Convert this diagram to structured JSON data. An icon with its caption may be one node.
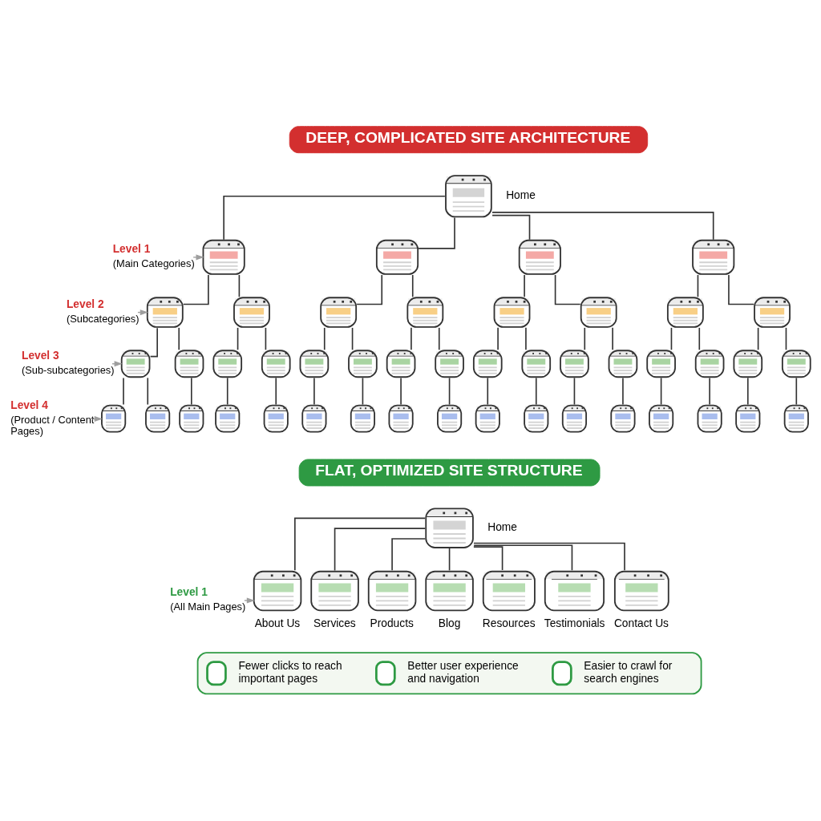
{
  "diagram": {
    "nodes": [
      {
        "text": [
          "DEEP, COMPLICATED SITE ARCHITECTURE"
        ]
      },
      {
        "text": [],
        "shape": "picture",
        "beside": [
          "Home"
        ]
      },
      {
        "text": [
          "Level 1",
          "(Main Categories)"
        ]
      },
      {
        "text": [],
        "shape": "picture"
      },
      {
        "text": [],
        "shape": "picture"
      },
      {
        "text": [],
        "shape": "picture"
      },
      {
        "text": [],
        "shape": "picture"
      },
      {
        "text": [
          "Level 2",
          "(Subcategories)"
        ]
      },
      {
        "text": [],
        "shape": "picture"
      },
      {
        "text": [],
        "shape": "picture"
      },
      {
        "text": [],
        "shape": "picture"
      },
      {
        "text": [],
        "shape": "picture"
      },
      {
        "text": [],
        "shape": "picture"
      },
      {
        "text": [],
        "shape": "picture"
      },
      {
        "text": [],
        "shape": "picture"
      },
      {
        "text": [],
        "shape": "picture"
      },
      {
        "text": [
          "Level 3",
          "(Sub-subcategories)"
        ]
      },
      {
        "text": [],
        "shape": "picture"
      },
      {
        "text": [],
        "shape": "picture"
      },
      {
        "text": [],
        "shape": "picture"
      },
      {
        "text": [],
        "shape": "picture"
      },
      {
        "text": [],
        "shape": "picture"
      },
      {
        "text": [],
        "shape": "picture"
      },
      {
        "text": [],
        "shape": "picture"
      },
      {
        "text": [],
        "shape": "picture"
      },
      {
        "text": [],
        "shape": "picture"
      },
      {
        "text": [],
        "shape": "picture"
      },
      {
        "text": [],
        "shape": "picture"
      },
      {
        "text": [],
        "shape": "picture"
      },
      {
        "text": [],
        "shape": "picture"
      },
      {
        "text": [],
        "shape": "picture"
      },
      {
        "text": [],
        "shape": "picture"
      },
      {
        "text": [],
        "shape": "picture"
      },
      {
        "text": [
          "Level 4",
          "(Product / Content Pages)"
        ]
      },
      {
        "text": [],
        "shape": "picture"
      },
      {
        "text": [],
        "shape": "picture"
      },
      {
        "text": [],
        "shape": "picture"
      },
      {
        "text": [],
        "shape": "picture"
      },
      {
        "text": [],
        "shape": "picture"
      },
      {
        "text": [],
        "shape": "picture"
      },
      {
        "text": [],
        "shape": "picture"
      },
      {
        "text": [],
        "shape": "picture"
      },
      {
        "text": [],
        "shape": "picture"
      },
      {
        "text": [],
        "shape": "picture"
      },
      {
        "text": [],
        "shape": "picture"
      },
      {
        "text": [],
        "shape": "picture"
      },
      {
        "text": [],
        "shape": "picture"
      },
      {
        "text": [],
        "shape": "picture"
      },
      {
        "text": [],
        "shape": "picture"
      },
      {
        "text": [],
        "shape": "picture"
      },
      {
        "text": [],
        "shape": "picture"
      },
      {
        "text": [
          "FLAT, OPTIMIZED SITE STRUCTURE"
        ]
      },
      {
        "text": [],
        "shape": "picture",
        "beside": [
          "Home"
        ]
      },
      {
        "text": [
          "Level 1",
          "(All Main Pages)"
        ]
      },
      {
        "text": [],
        "shape": "picture",
        "beside": [
          "About Us"
        ]
      },
      {
        "text": [],
        "shape": "picture",
        "beside": [
          "Services"
        ]
      },
      {
        "text": [],
        "shape": "picture",
        "beside": [
          "Products"
        ]
      },
      {
        "text": [],
        "shape": "picture",
        "beside": [
          "Blog"
        ]
      },
      {
        "text": [],
        "shape": "picture",
        "beside": [
          "Resources"
        ]
      },
      {
        "text": [],
        "shape": "picture",
        "beside": [
          "Testimonials"
        ]
      },
      {
        "text": [],
        "shape": "picture",
        "beside": [
          "Contact Us"
        ]
      },
      {
        "text": [
          "Fewer clicks to reach important pages",
          "Better user experience and navigation",
          "Easier to crawl for search engines"
        ]
      }
    ],
    "edges": [
      {
        "from": 2,
        "to": 3,
        "arrow": "to",
        "style": "dashed",
        "color": "#9e9e9e"
      },
      {
        "from": 1,
        "to": 3,
        "arrow": "none"
      },
      {
        "from": 1,
        "to": 4,
        "arrow": "none"
      },
      {
        "from": 1,
        "to": 5,
        "arrow": "none"
      },
      {
        "from": 1,
        "to": 6,
        "arrow": "none"
      },
      {
        "from": 7,
        "to": 8,
        "arrow": "to",
        "style": "dashed",
        "color": "#9e9e9e"
      },
      {
        "from": 3,
        "to": 8,
        "arrow": "none"
      },
      {
        "from": 3,
        "to": 9,
        "arrow": "none"
      },
      {
        "from": 4,
        "to": 10,
        "arrow": "none"
      },
      {
        "from": 4,
        "to": 11,
        "arrow": "none"
      },
      {
        "from": 5,
        "to": 12,
        "arrow": "none"
      },
      {
        "from": 5,
        "to": 13,
        "arrow": "none"
      },
      {
        "from": 6,
        "to": 14,
        "arrow": "none"
      },
      {
        "from": 6,
        "to": 15,
        "arrow": "none"
      },
      {
        "from": 16,
        "to": 17,
        "arrow": "to",
        "style": "dashed",
        "color": "#9e9e9e"
      },
      {
        "from": 8,
        "to": 17,
        "arrow": "none"
      },
      {
        "from": 8,
        "to": 18,
        "arrow": "none"
      },
      {
        "from": 9,
        "to": 19,
        "arrow": "none"
      },
      {
        "from": 9,
        "to": 20,
        "arrow": "none"
      },
      {
        "from": 10,
        "to": 21,
        "arrow": "none"
      },
      {
        "from": 10,
        "to": 22,
        "arrow": "none"
      },
      {
        "from": 11,
        "to": 23,
        "arrow": "none"
      },
      {
        "from": 11,
        "to": 24,
        "arrow": "none"
      },
      {
        "from": 12,
        "to": 25,
        "arrow": "none"
      },
      {
        "from": 12,
        "to": 26,
        "arrow": "none"
      },
      {
        "from": 13,
        "to": 27,
        "arrow": "none"
      },
      {
        "from": 13,
        "to": 28,
        "arrow": "none"
      },
      {
        "from": 14,
        "to": 29,
        "arrow": "none"
      },
      {
        "from": 14,
        "to": 30,
        "arrow": "none"
      },
      {
        "from": 15,
        "to": 31,
        "arrow": "none"
      },
      {
        "from": 15,
        "to": 32,
        "arrow": "none"
      },
      {
        "from": 33,
        "to": 34,
        "arrow": "to",
        "style": "dashed",
        "color": "#9e9e9e"
      },
      {
        "from": 17,
        "to": 34,
        "arrow": "none"
      },
      {
        "from": 17,
        "to": 35,
        "arrow": "none"
      },
      {
        "from": 18,
        "to": 36,
        "arrow": "none"
      },
      {
        "from": 19,
        "to": 37,
        "arrow": "none"
      },
      {
        "from": 20,
        "to": 38,
        "arrow": "none"
      },
      {
        "from": 21,
        "to": 39,
        "arrow": "none"
      },
      {
        "from": 22,
        "to": 40,
        "arrow": "none"
      },
      {
        "from": 23,
        "to": 41,
        "arrow": "none"
      },
      {
        "from": 24,
        "to": 42,
        "arrow": "none"
      },
      {
        "from": 25,
        "to": 43,
        "arrow": "none"
      },
      {
        "from": 26,
        "to": 44,
        "arrow": "none"
      },
      {
        "from": 27,
        "to": 45,
        "arrow": "none"
      },
      {
        "from": 28,
        "to": 46,
        "arrow": "none"
      },
      {
        "from": 29,
        "to": 47,
        "arrow": "none"
      },
      {
        "from": 30,
        "to": 48,
        "arrow": "none"
      },
      {
        "from": 31,
        "to": 49,
        "arrow": "none"
      },
      {
        "from": 32,
        "to": 50,
        "arrow": "none"
      },
      {
        "from": 52,
        "to": 54,
        "arrow": "none"
      },
      {
        "from": 52,
        "to": 55,
        "arrow": "none"
      },
      {
        "from": 52,
        "to": 56,
        "arrow": "none"
      },
      {
        "from": 52,
        "to": 57,
        "arrow": "none"
      },
      {
        "from": 52,
        "to": 58,
        "arrow": "none"
      },
      {
        "from": 52,
        "to": 59,
        "arrow": "none"
      },
      {
        "from": 52,
        "to": 60,
        "arrow": "none"
      },
      {
        "from": 53,
        "to": 54,
        "arrow": "to",
        "style": "dashed",
        "color": "#9e9e9e"
      }
    ]
  }
}
